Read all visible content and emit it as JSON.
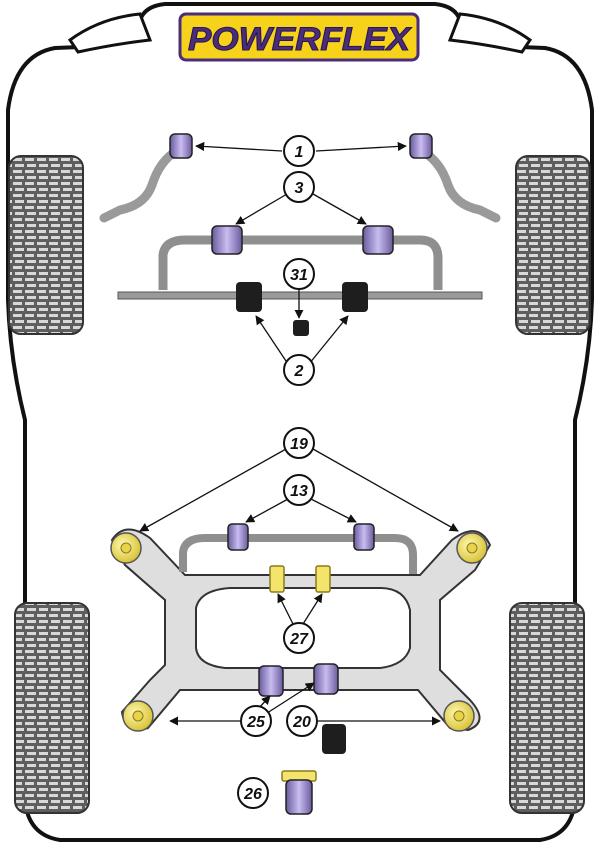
{
  "brand": {
    "name": "POWERFLEX"
  },
  "colors": {
    "car_outline": "#111111",
    "tyre": "#666666",
    "bar": "#8f8f8f",
    "subframe": "#dedede",
    "bush_purple": "#a99bd6",
    "bush_black": "#1e1e1e",
    "bush_yellow": "#f4e46a",
    "logo_yellow": "#f6d21a",
    "logo_purple": "#4a2d7a"
  },
  "callouts": [
    {
      "id": "c1",
      "label": "1"
    },
    {
      "id": "c3",
      "label": "3"
    },
    {
      "id": "c31",
      "label": "31"
    },
    {
      "id": "c2",
      "label": "2"
    },
    {
      "id": "c19",
      "label": "19"
    },
    {
      "id": "c13",
      "label": "13"
    },
    {
      "id": "c27",
      "label": "27"
    },
    {
      "id": "c25",
      "label": "25"
    },
    {
      "id": "c20",
      "label": "20"
    },
    {
      "id": "c26",
      "label": "26"
    }
  ]
}
